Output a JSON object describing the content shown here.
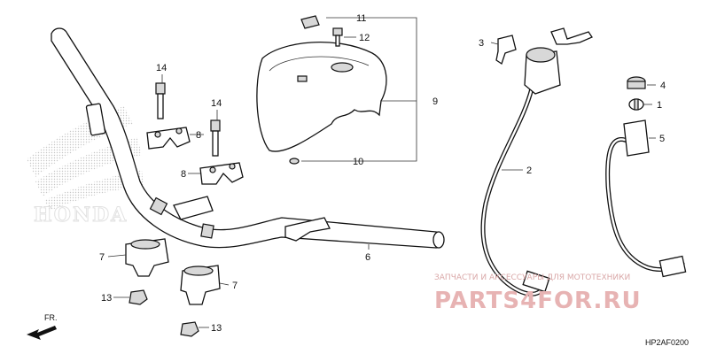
{
  "diagram": {
    "background_brand": "HONDA",
    "watermark": {
      "caption": "ЗАПЧАСТИ И АКСЕССУАРЫ ДЛЯ МОТОТЕХНИКИ",
      "brand": "PARTS4FOR.RU",
      "color": "#e7b3b3"
    },
    "direction_label": "FR.",
    "drawing_code": "HP2AF0200",
    "callouts": {
      "c1": "1",
      "c2": "2",
      "c3": "3",
      "c4": "4",
      "c5": "5",
      "c6": "6",
      "c7a": "7",
      "c7b": "7",
      "c8a": "8",
      "c8b": "8",
      "c9": "9",
      "c10": "10",
      "c11": "11",
      "c12": "12",
      "c13a": "13",
      "c13b": "13",
      "c14a": "14",
      "c14b": "14"
    }
  }
}
